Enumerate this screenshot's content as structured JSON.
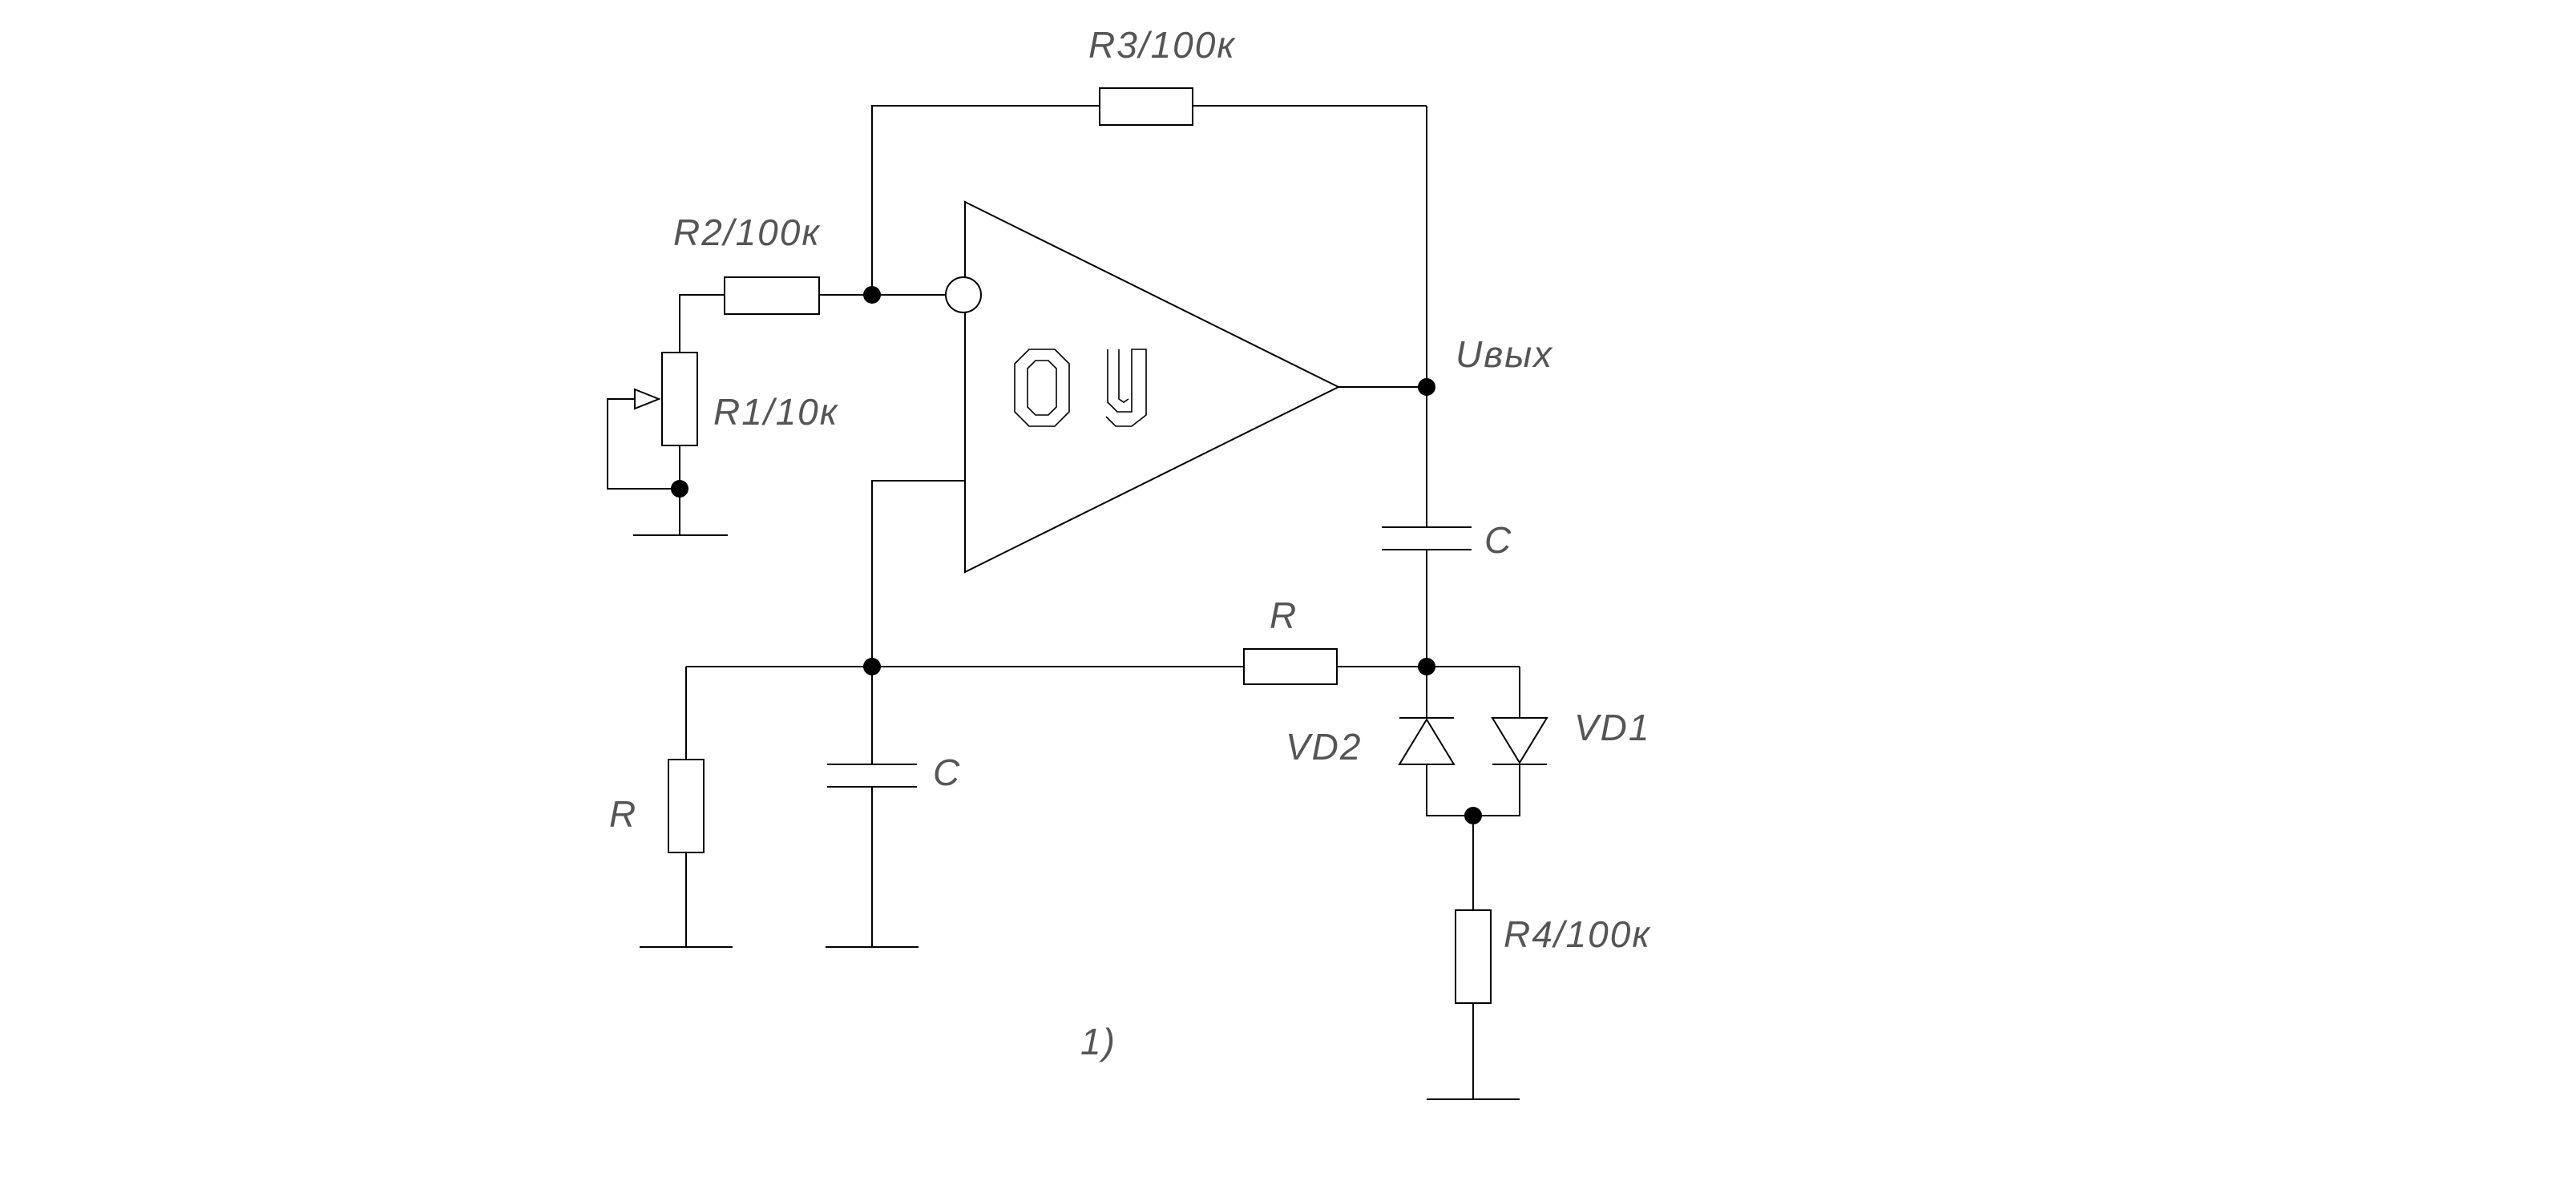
{
  "labels": {
    "r3": "R3/100к",
    "r2": "R2/100к",
    "r1": "R1/10к",
    "opamp": "ОУ",
    "uout": "Uвых",
    "c_out": "C",
    "r_feedback": "R",
    "vd1": "VD1",
    "vd2": "VD2",
    "r_ground": "R",
    "c_ground": "C",
    "r4": "R4/100к",
    "figure": "1)"
  }
}
